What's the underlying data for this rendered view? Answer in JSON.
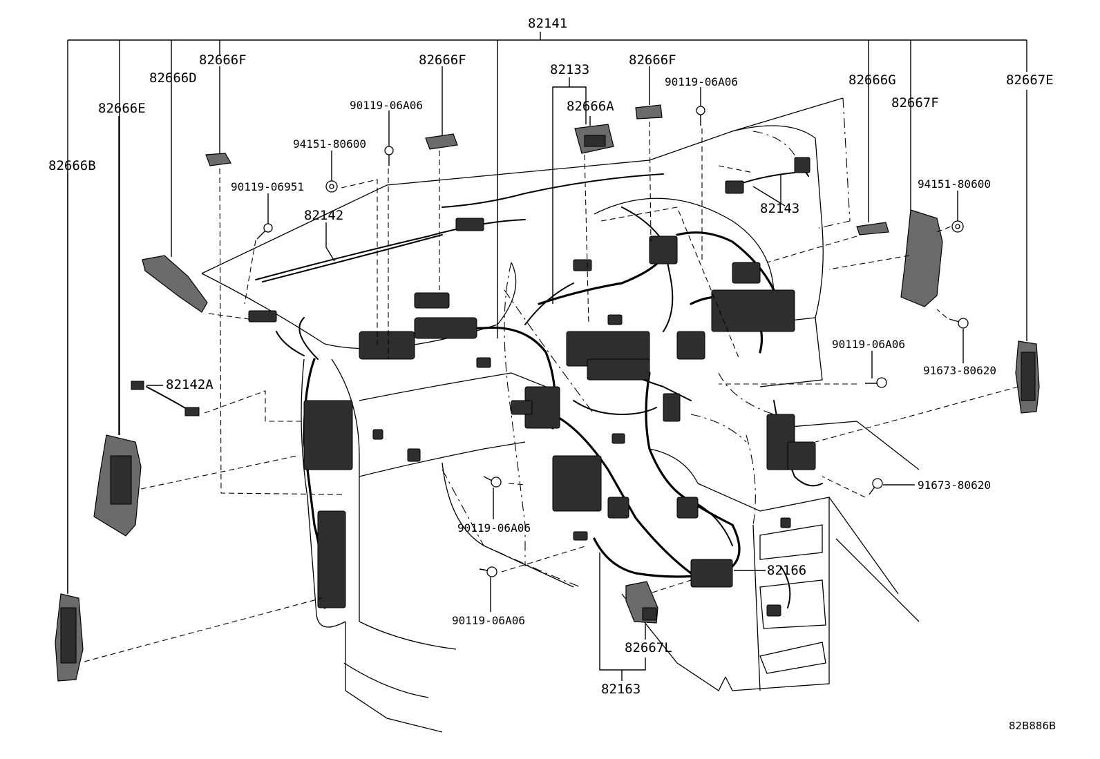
{
  "diagram": {
    "parts": {
      "main_harness": "82141",
      "p82666F_a": "82666F",
      "p82666F_b": "82666F",
      "p82666F_c": "82666F",
      "p82666D": "82666D",
      "p82666E": "82666E",
      "p82666B": "82666B",
      "p82133": "82133",
      "p82666A": "82666A",
      "p82666G": "82666G",
      "p82667F": "82667F",
      "p82667E": "82667E",
      "p82142": "82142",
      "p82142A": "82142A",
      "p82143": "82143",
      "p82166": "82166",
      "p82667L": "82667L",
      "p82163": "82163"
    },
    "fasteners": {
      "bolt_90119_06A06_a": "90119-06A06",
      "bolt_90119_06A06_b": "90119-06A06",
      "bolt_90119_06A06_c": "90119-06A06",
      "bolt_90119_06A06_d": "90119-06A06",
      "bolt_90119_06A06_e": "90119-06A06",
      "bolt_90119_06951": "90119-06951",
      "nut_94151_80600_a": "94151-80600",
      "nut_94151_80600_b": "94151-80600",
      "bolt_91673_80620_a": "91673-80620",
      "bolt_91673_80620_b": "91673-80620"
    },
    "reference_code": "82B886B"
  }
}
